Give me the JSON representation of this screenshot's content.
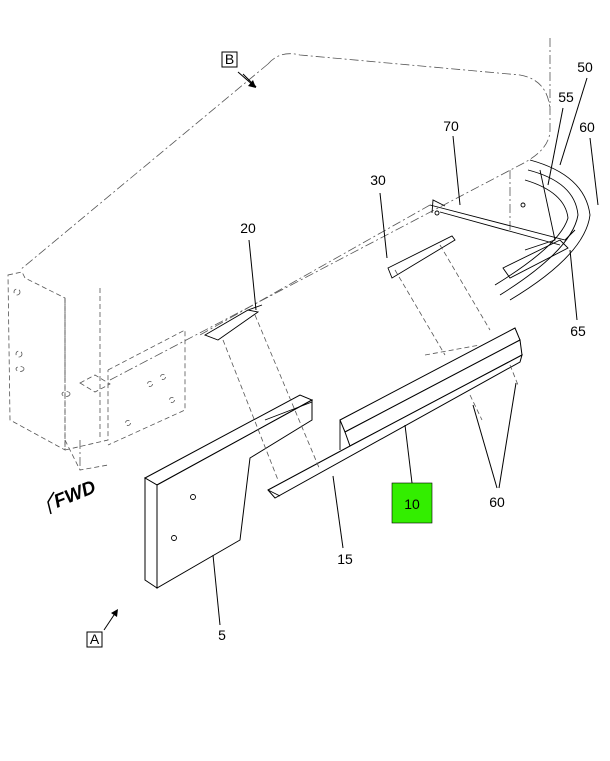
{
  "diagram": {
    "callouts": {
      "c5": "5",
      "c10": "10",
      "c15": "15",
      "c20": "20",
      "c30": "30",
      "c50": "50",
      "c55": "55",
      "c60_top": "60",
      "c60_bottom": "60",
      "c65": "65",
      "c70": "70"
    },
    "view_markers": {
      "a": "A",
      "b": "B"
    },
    "direction_label": "FWD",
    "highlight_color": "#33ee00"
  }
}
